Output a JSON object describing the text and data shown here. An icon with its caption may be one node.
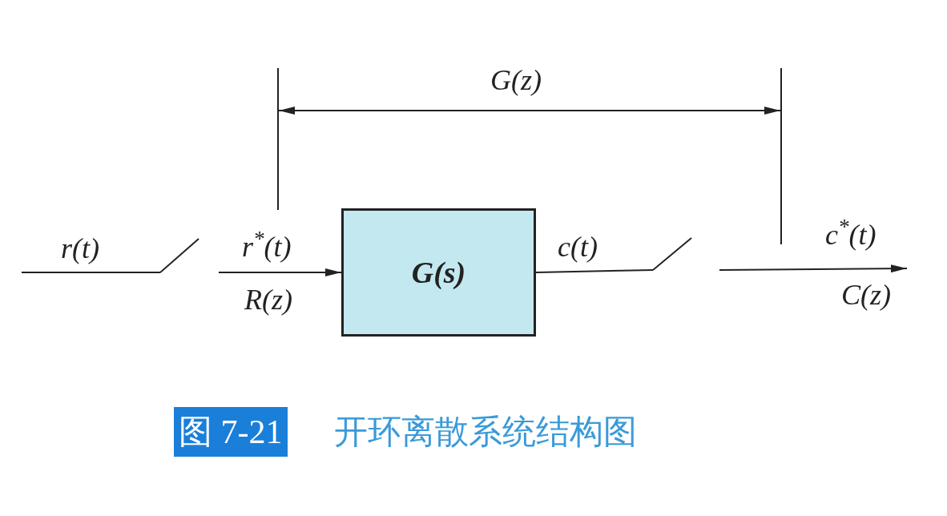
{
  "diagram": {
    "caption": "开环离散系统结构图",
    "nodes": [
      {
        "text": [
          "G(s)"
        ]
      },
      {
        "text": [],
        "shape": "switch"
      },
      {
        "text": [],
        "shape": "switch"
      }
    ],
    "edges": [
      {
        "from": null,
        "to": 1,
        "arrow": "none"
      },
      {
        "from": 1,
        "to": 0,
        "arrow": "to"
      },
      {
        "from": 0,
        "to": 2,
        "arrow": "none"
      },
      {
        "from": 2,
        "to": null,
        "arrow": "to"
      }
    ],
    "labels": [
      "G(z)",
      "r(t)",
      "r$^{*}$(t)",
      "R(z)",
      "c(t)",
      "c$^{*}$(t)",
      "C(z)",
      "图 7-21"
    ]
  }
}
